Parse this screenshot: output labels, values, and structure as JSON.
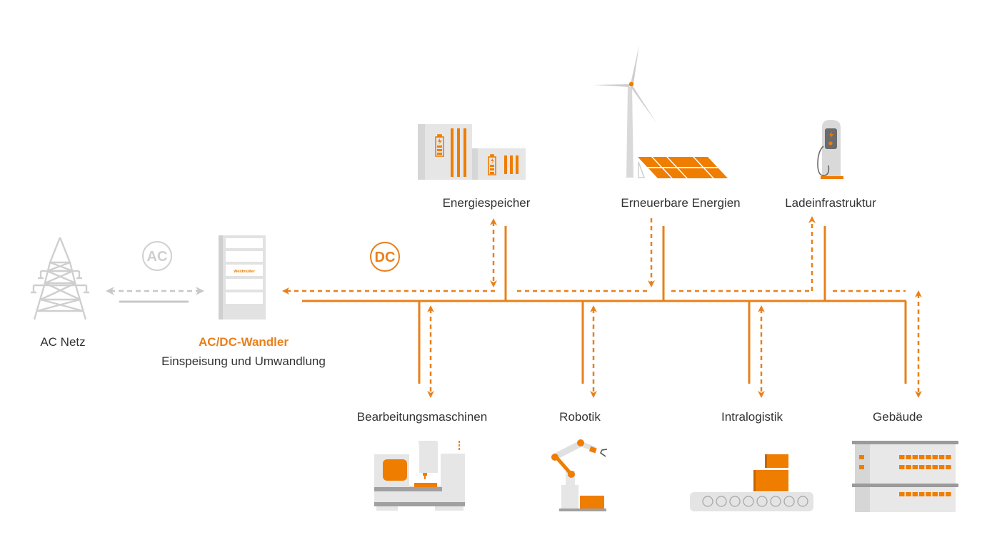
{
  "colors": {
    "accent": "#e8801a",
    "accent_icon": "#ef7d00",
    "grey_light": "#e6e6e6",
    "grey_mid": "#d2d2d2",
    "grey_dark": "#9a9a9a",
    "ac_grey": "#c8c8c8",
    "text": "#333333"
  },
  "nodes": {
    "ac_grid": {
      "label": "AC Netz",
      "icon": "power-pylon-icon"
    },
    "converter": {
      "title": "AC/DC-Wandler",
      "subtitle": "Einspeisung und Umwandlung",
      "brand": "Weidmüller",
      "icon": "converter-cabinet-icon"
    },
    "energy_storage": {
      "label": "Energiespeicher",
      "icon": "battery-storage-icon"
    },
    "renewables": {
      "label": "Erneuerbare Energien",
      "icon": "wind-solar-icon"
    },
    "charging": {
      "label": "Ladeinfrastruktur",
      "icon": "ev-charger-icon"
    },
    "machines": {
      "label": "Bearbeitungsmaschinen",
      "icon": "machine-tool-icon"
    },
    "robotics": {
      "label": "Robotik",
      "icon": "robot-arm-icon"
    },
    "intralogistics": {
      "label": "Intralogistik",
      "icon": "conveyor-icon"
    },
    "buildings": {
      "label": "Gebäude",
      "icon": "building-icon"
    }
  },
  "badges": {
    "ac": "AC",
    "dc": "DC"
  },
  "flows": [
    {
      "from": "ac_grid",
      "to": "converter",
      "direction": "bidirectional",
      "type": "AC"
    },
    {
      "from": "dc_bus",
      "to": "converter",
      "direction": "to-converter",
      "type": "DC"
    },
    {
      "node": "energy_storage",
      "direction": "bidirectional"
    },
    {
      "node": "renewables",
      "direction": "into-bus"
    },
    {
      "node": "charging",
      "direction": "out-of-bus"
    },
    {
      "node": "machines",
      "direction": "bidirectional"
    },
    {
      "node": "robotics",
      "direction": "bidirectional"
    },
    {
      "node": "intralogistics",
      "direction": "bidirectional"
    },
    {
      "node": "buildings",
      "direction": "bidirectional"
    }
  ]
}
